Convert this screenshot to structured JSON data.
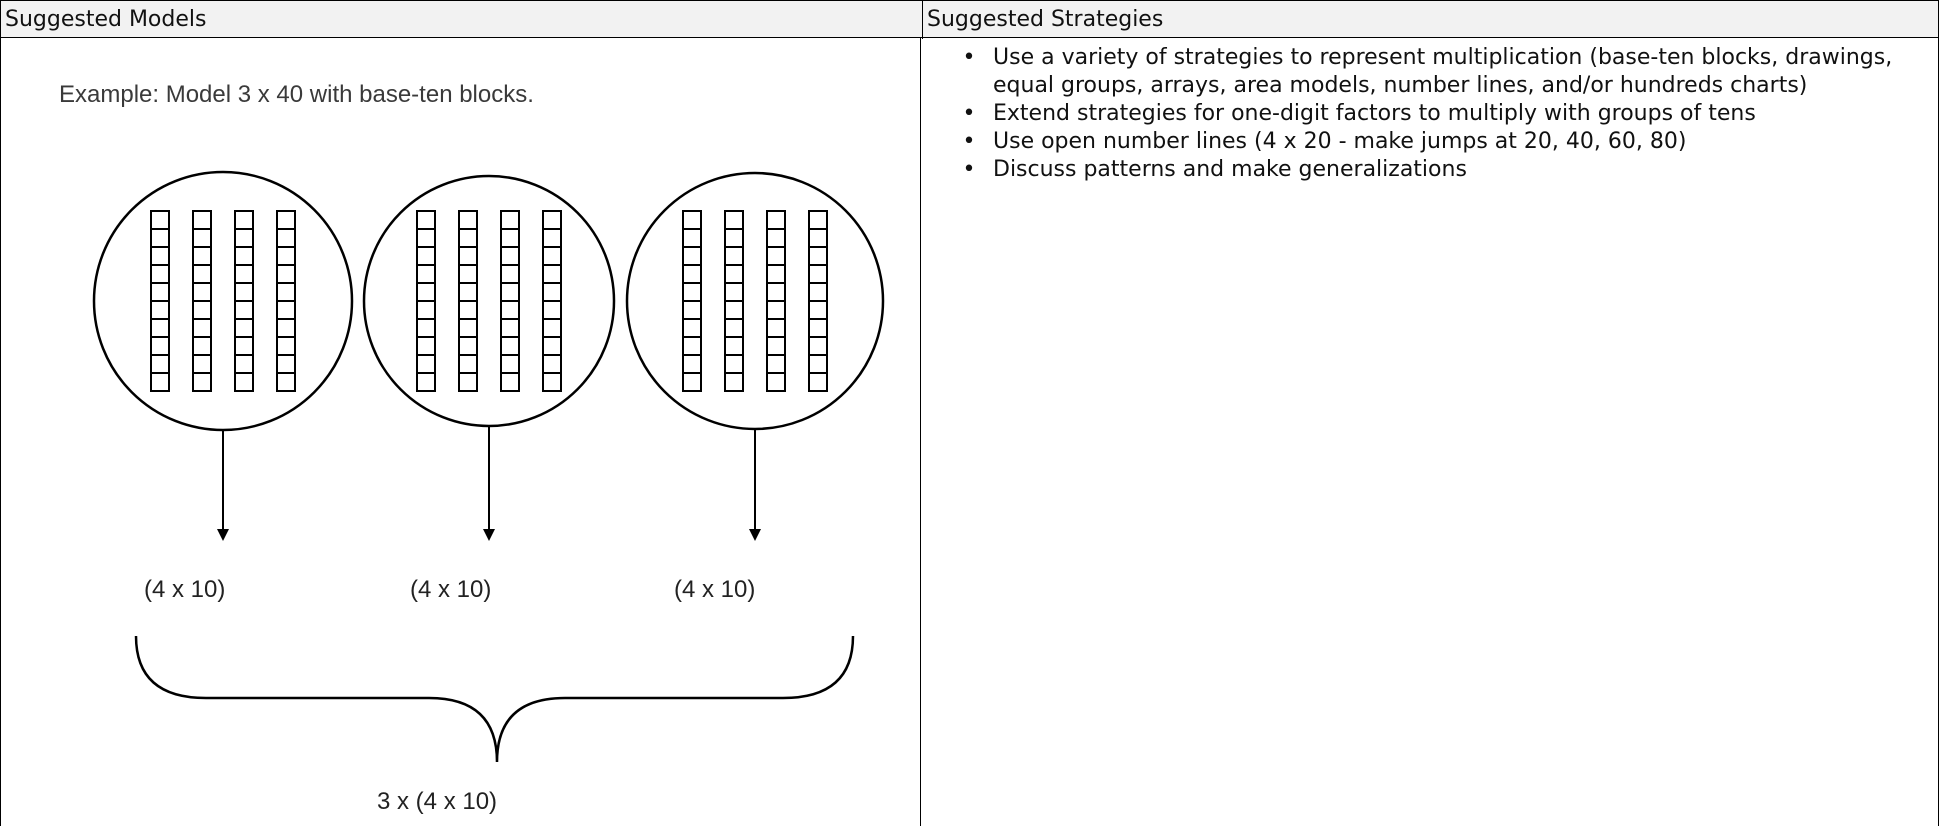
{
  "header": {
    "models": "Suggested Models",
    "strategies": "Suggested Strategies"
  },
  "models": {
    "example": "Example: Model 3 x 40 with base-ten blocks.",
    "groups": [
      {
        "label": "(4 x 10)",
        "rods": 4,
        "units_per_rod": 10
      },
      {
        "label": "(4 x 10)",
        "rods": 4,
        "units_per_rod": 10
      },
      {
        "label": "(4 x 10)",
        "rods": 4,
        "units_per_rod": 10
      }
    ],
    "total": "3 x (4 x 10)"
  },
  "strategies": {
    "bullet": "•",
    "items": [
      "Use a variety of strategies to represent multiplication (base-ten blocks, drawings, equal groups, arrays, area models, number lines, and/or hundreds charts)",
      "Extend strategies for one-digit factors to multiply with groups of tens",
      "Use open number lines (4 x 20 - make jumps at 20, 40, 60, 80)",
      "Discuss patterns and make generalizations"
    ]
  }
}
